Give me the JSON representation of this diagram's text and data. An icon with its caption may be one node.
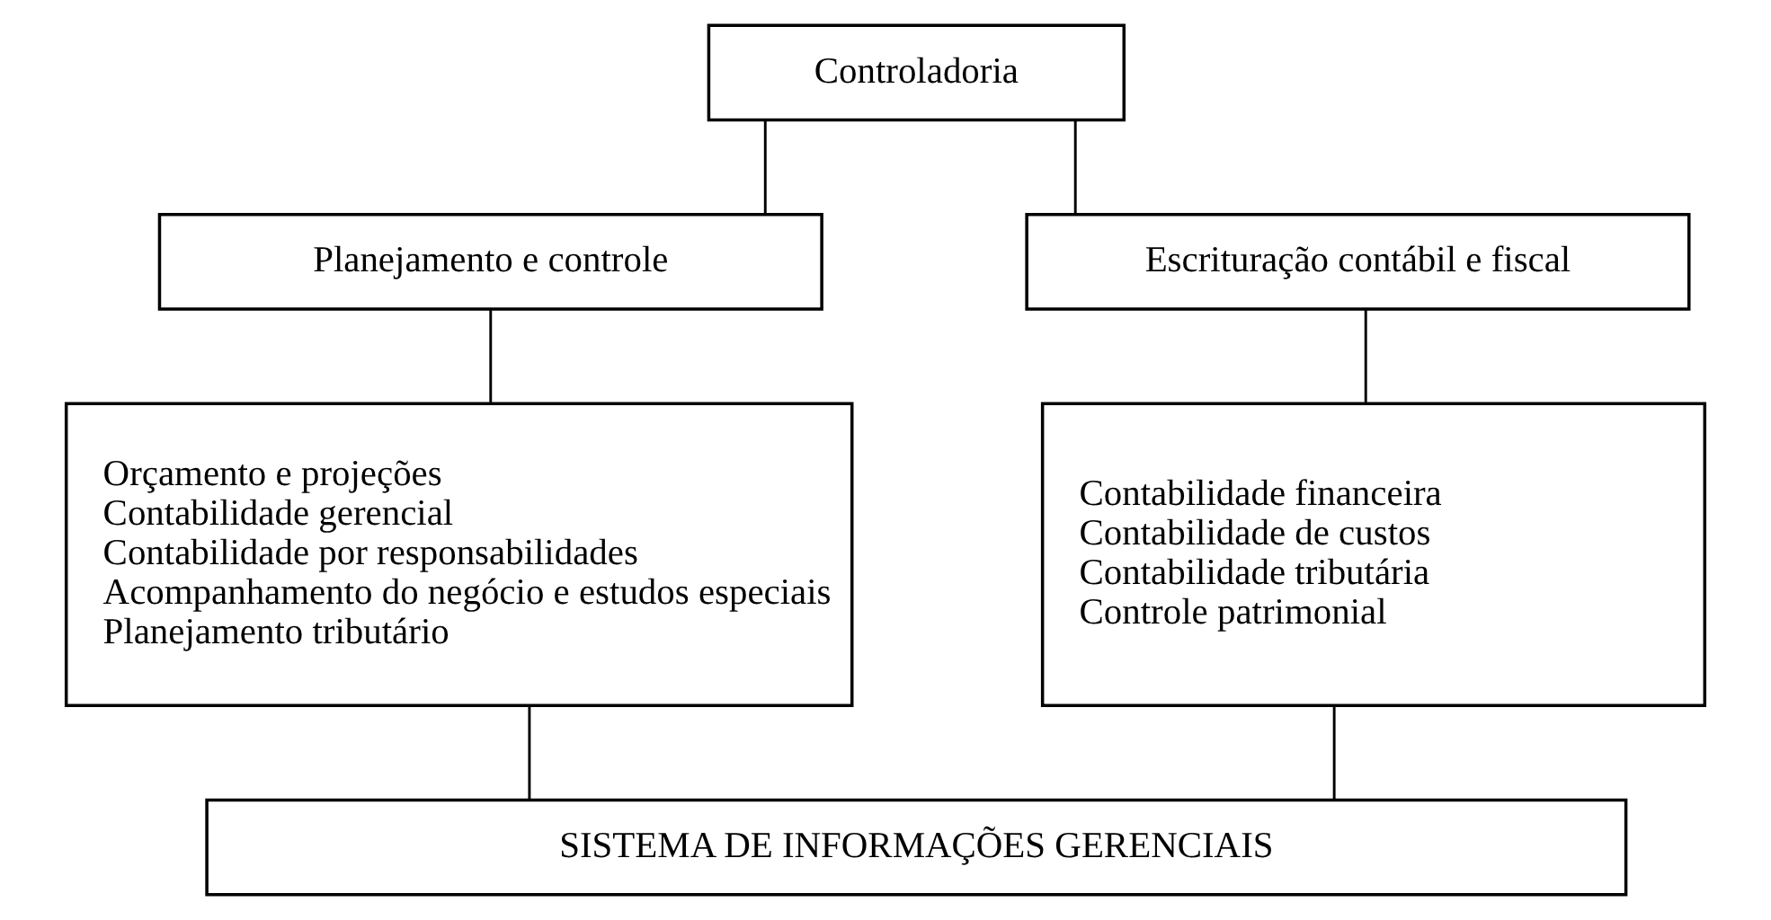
{
  "diagram": {
    "nodes": [
      {
        "text": [
          "Controladoria"
        ]
      },
      {
        "text": [
          "Planejamento e controle"
        ]
      },
      {
        "text": [
          "Escrituração contábil e fiscal"
        ]
      },
      {
        "text": [
          "Orçamento e projeções",
          "Contabilidade gerencial",
          "Contabilidade por responsabilidades",
          "Acompanhamento do negócio e estudos especiais",
          "Planejamento tributário"
        ]
      },
      {
        "text": [
          "Contabilidade financeira",
          "Contabilidade de custos",
          "Contabilidade tributária",
          "Controle patrimonial"
        ]
      },
      {
        "text": [
          "SISTEMA DE INFORMAÇÕES GERENCIAIS"
        ]
      }
    ],
    "edges": [
      {
        "from": 0,
        "to": 1,
        "arrow": "none"
      },
      {
        "from": 0,
        "to": 2,
        "arrow": "none"
      },
      {
        "from": 1,
        "to": 3,
        "arrow": "none"
      },
      {
        "from": 2,
        "to": 4,
        "arrow": "none"
      },
      {
        "from": 3,
        "to": 5,
        "arrow": "none"
      },
      {
        "from": 4,
        "to": 5,
        "arrow": "none"
      }
    ]
  }
}
